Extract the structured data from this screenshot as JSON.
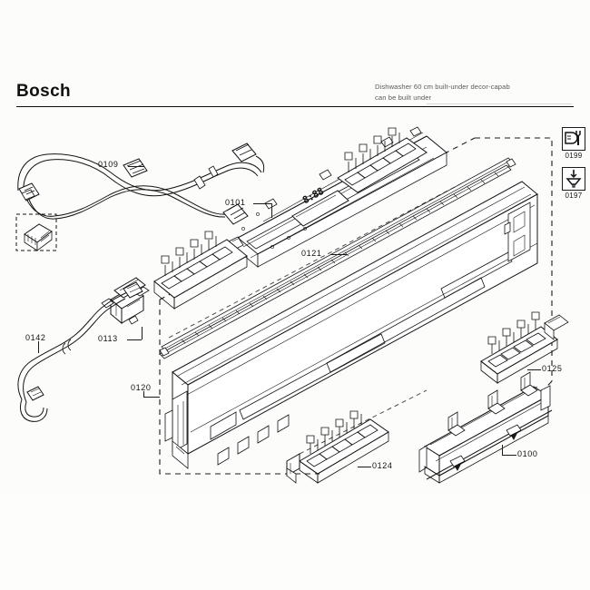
{
  "document": {
    "brand": "Bosch",
    "description_line1": "Dishwasher 60 cm built-under decor-capab",
    "description_line2": "can be built under"
  },
  "icon_boxes": [
    {
      "id": "0199",
      "icon": "service-tool-icon",
      "number": "0199"
    },
    {
      "id": "0197",
      "icon": "funnel-icon",
      "number": "0197"
    }
  ],
  "display": {
    "readout": "8:88"
  },
  "parts": [
    {
      "number": "0109",
      "name": "wiring-harness-upper"
    },
    {
      "number": "0101",
      "name": "control-panel-fascia"
    },
    {
      "number": "0121",
      "name": "decor-panel-trim-rail"
    },
    {
      "number": "0142",
      "name": "cable-harness-lower"
    },
    {
      "number": "0113",
      "name": "door-switch-assembly"
    },
    {
      "number": "0120",
      "name": "door-outer-panel"
    },
    {
      "number": "0125",
      "name": "button-strip-right"
    },
    {
      "number": "0124",
      "name": "button-strip-lower"
    },
    {
      "number": "0100",
      "name": "door-handle-bar"
    }
  ],
  "labels": {
    "p0109": "0109",
    "p0101": "0101",
    "p0121": "0121",
    "p0142": "0142",
    "p0113": "0113",
    "p0120": "0120",
    "p0125": "0125",
    "p0124": "0124",
    "p0100": "0100",
    "p0199": "0199",
    "p0197": "0197"
  },
  "colors": {
    "ink": "#141414",
    "paper": "#fcfdfa",
    "muted": "#5a5a5a"
  }
}
